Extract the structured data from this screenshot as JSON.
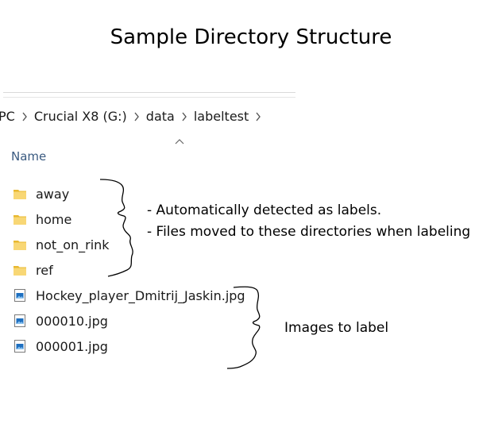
{
  "title": "Sample Directory Structure",
  "breadcrumb": [
    "PC",
    "Crucial X8 (G:)",
    "data",
    "labeltest"
  ],
  "column_header": "Name",
  "folders": [
    "away",
    "home",
    "not_on_rink",
    "ref"
  ],
  "files": [
    "Hockey_player_Dmitrij_Jaskin.jpg",
    "000010.jpg",
    "000001.jpg"
  ],
  "annotations": {
    "folders_line1": "- Automatically detected as labels.",
    "folders_line2": "- Files moved to these directories when labeling",
    "files": "Images to label"
  },
  "icons": {
    "folder": "folder-icon",
    "image_file": "image-file-icon",
    "chevron": "chevron-right-icon",
    "sort": "sort-up-icon"
  },
  "colors": {
    "folder": "#f8d775",
    "folder_dark": "#e8b830",
    "image_blue": "#1e6fc0",
    "header_text": "#3a5a80"
  }
}
